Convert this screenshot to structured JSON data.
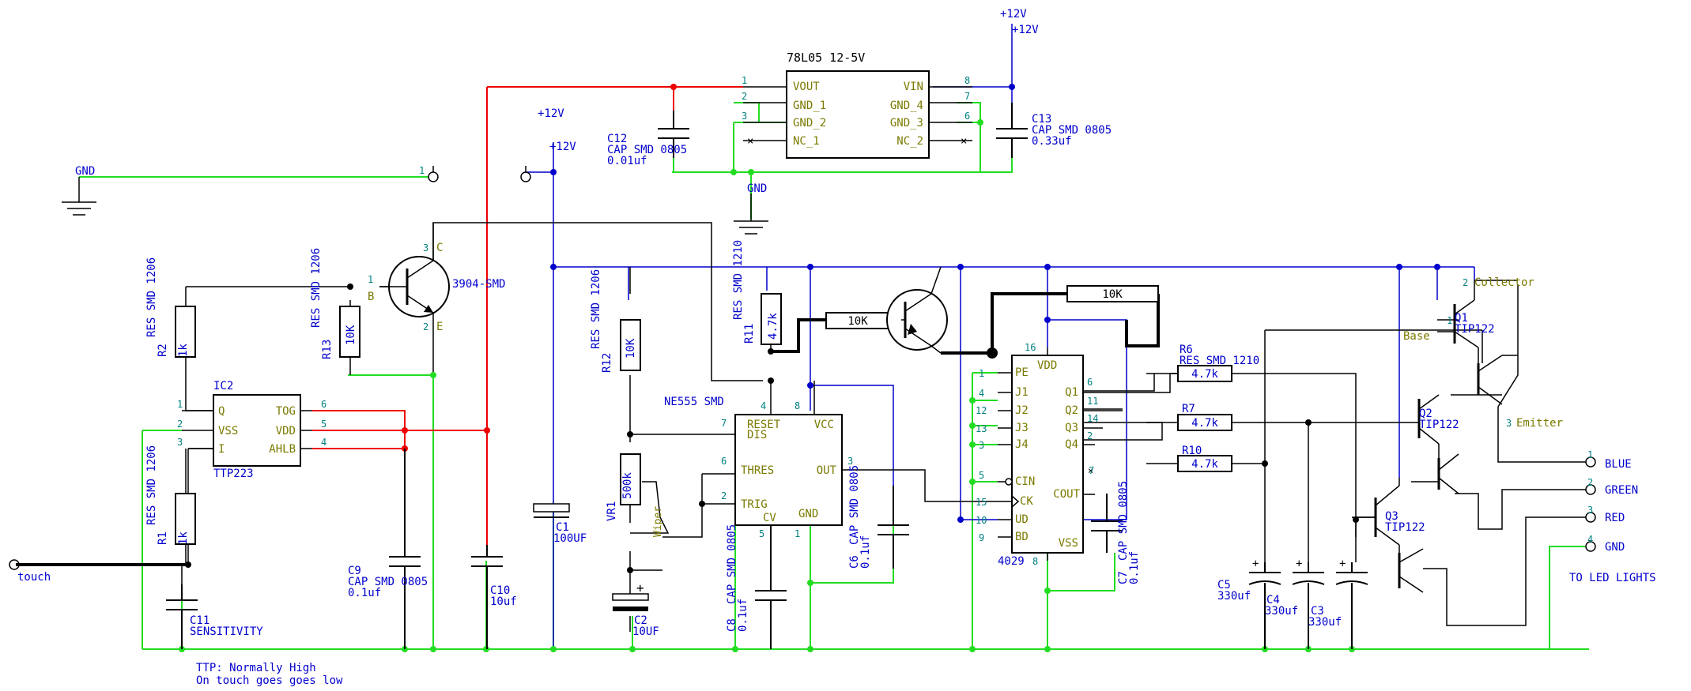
{
  "power_labels": {
    "top_12v_a": "+12V",
    "top_12v_b": "+12V",
    "mid_12v_a": "+12V",
    "mid_12v_b": "+12V",
    "gnd_left": "GND",
    "gnd_reg": "GND"
  },
  "regulator": {
    "title": "78L05 12-5V",
    "pins_left": [
      "VOUT",
      "GND_1",
      "GND_2",
      "NC_1"
    ],
    "pins_right": [
      "VIN",
      "GND_4",
      "GND_3",
      "NC_2"
    ],
    "nums_left": [
      "1",
      "2",
      "3",
      ""
    ],
    "nums_right": [
      "8",
      "7",
      "6",
      ""
    ]
  },
  "caps": {
    "c12": [
      "C12",
      "CAP SMD 0805",
      "0.01uf"
    ],
    "c13": [
      "C13",
      "CAP SMD 0805",
      "0.33uf"
    ],
    "c1": [
      "C1",
      "100UF"
    ],
    "c2": [
      "C2",
      "10UF"
    ],
    "c9": [
      "C9",
      "CAP SMD 0805",
      "0.1uf"
    ],
    "c10": [
      "C10",
      "10uf"
    ],
    "c11": [
      "C11",
      "SENSITIVITY"
    ],
    "c8": [
      "C8",
      "CAP SMD 0805",
      "0.1uf"
    ],
    "c6": [
      "C6",
      "CAP SMD 0805",
      "0.1uf"
    ],
    "c7": [
      "C7",
      "CAP SMD 0805",
      "0.1uf"
    ],
    "c5": [
      "C5",
      "330uf"
    ],
    "c4": [
      "C4",
      "330uf"
    ],
    "c3": [
      "C3",
      "330uf"
    ]
  },
  "resistors": {
    "r2": [
      "R2",
      "RES SMD 1206",
      "1k"
    ],
    "r1": [
      "R1",
      "RES SMD 1206",
      "1k"
    ],
    "r13": [
      "R13",
      "RES SMD 1206",
      "10K"
    ],
    "r12": [
      "R12",
      "RES SMD 1206",
      "10K"
    ],
    "r11": [
      "R11",
      "RES SMD 1210",
      "4.7k"
    ],
    "r10k_a": "10K",
    "r10k_b": "10K",
    "r6": [
      "R6",
      "RES SMD 1210",
      "4.7k"
    ],
    "r7": [
      "R7",
      "4.7k"
    ],
    "r10": [
      "R10",
      "4.7k"
    ],
    "vr1": [
      "VR1",
      "500k",
      "Wiper"
    ]
  },
  "transistors": {
    "q3904": [
      "3904-SMD",
      "C",
      "B",
      "E"
    ],
    "q1": [
      "Q1",
      "TIP122",
      "Collector",
      "Base",
      "Emitter"
    ],
    "q2": [
      "Q2",
      "TIP122"
    ],
    "q3": [
      "Q3",
      "TIP122"
    ]
  },
  "ic2": {
    "name": "IC2",
    "part": "TTP223",
    "pins_left": [
      "Q",
      "VSS",
      "I"
    ],
    "pins_right": [
      "TOG",
      "VDD",
      "AHLB"
    ],
    "nums_left": [
      "1",
      "2",
      "3"
    ],
    "nums_right": [
      "6",
      "5",
      "4"
    ]
  },
  "ne555": {
    "name": "NE555 SMD",
    "pins": [
      "RESET",
      "DIS",
      "VCC",
      "THRES",
      "OUT",
      "TRIG",
      "CV",
      "GND"
    ],
    "nums": [
      "4",
      "7",
      "8",
      "6",
      "3",
      "2",
      "5",
      "1"
    ]
  },
  "c4029": {
    "part": "4029",
    "pins_left": [
      "PE",
      "J1",
      "J2",
      "J3",
      "J4",
      "CIN",
      "CK",
      "UD",
      "BD"
    ],
    "nums_left": [
      "1",
      "4",
      "12",
      "13",
      "3",
      "5",
      "15",
      "10",
      "9"
    ],
    "pins_right": [
      "VDD",
      "Q1",
      "Q2",
      "Q3",
      "Q4",
      "COUT",
      "VSS"
    ],
    "nums_right": [
      "16",
      "6",
      "11",
      "14",
      "2",
      "7",
      "8"
    ]
  },
  "connectors": {
    "touch": "touch",
    "gnd_pin": "1",
    "outputs": [
      {
        "num": "1",
        "label": "BLUE"
      },
      {
        "num": "2",
        "label": "GREEN"
      },
      {
        "num": "3",
        "label": "RED"
      },
      {
        "num": "4",
        "label": "GND"
      }
    ],
    "to_led": "TO LED LIGHTS"
  },
  "notes": {
    "line1": "TTP: Normally High",
    "line2": "On touch goes goes low"
  },
  "colors": {
    "ground_net": "#22dd22",
    "supply_net": "#0000cc",
    "five_volt_net": "#ee0000",
    "signal_net": "#000000",
    "ref_text": "#0000cc",
    "pin_text": "#7a7a00",
    "pin_number": "#008080"
  }
}
